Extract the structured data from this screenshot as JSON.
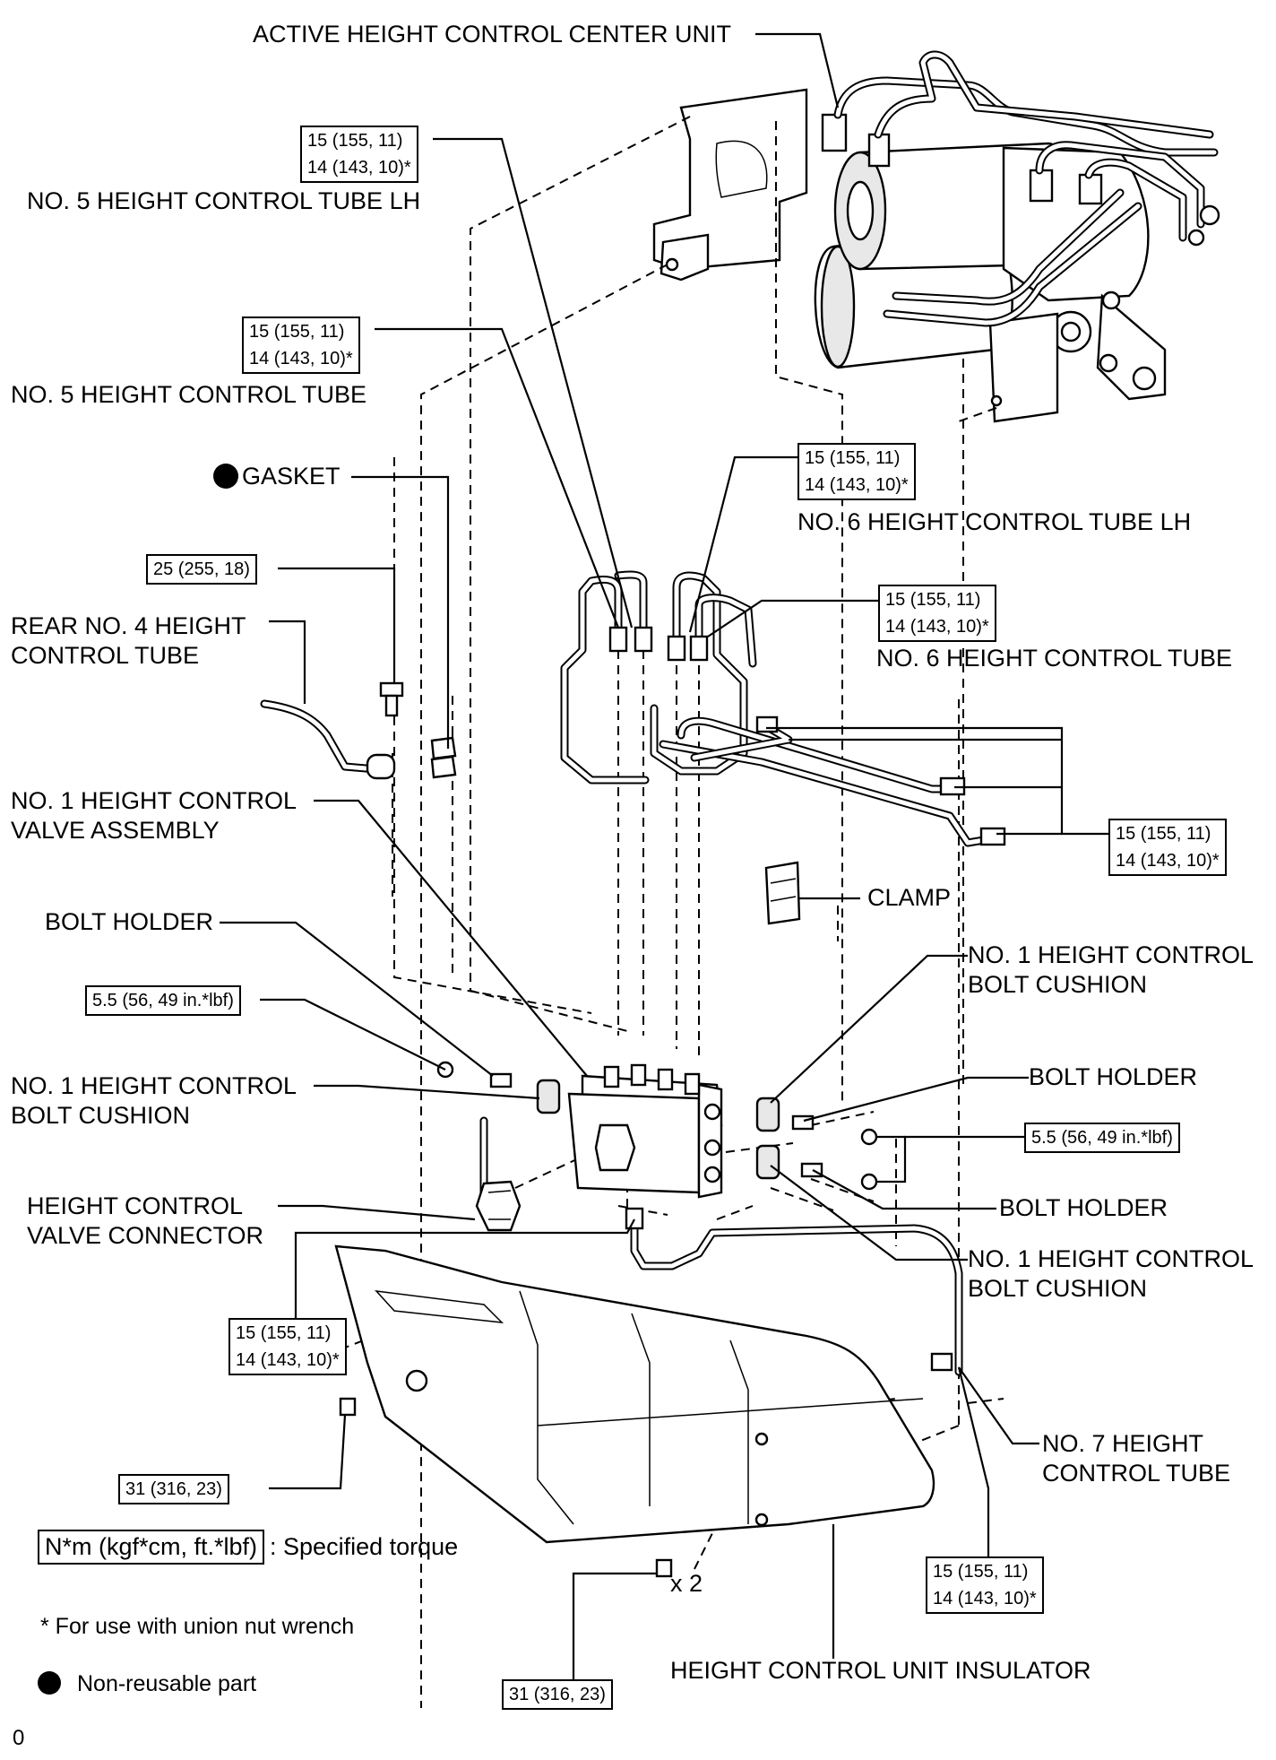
{
  "labels": {
    "center_unit": "ACTIVE HEIGHT CONTROL CENTER UNIT",
    "tube5_lh": "NO. 5 HEIGHT CONTROL TUBE LH",
    "tube5": "NO. 5 HEIGHT CONTROL TUBE",
    "gasket": "GASKET",
    "tube6_lh": "NO. 6 HEIGHT CONTROL TUBE LH",
    "tube6": "NO. 6 HEIGHT CONTROL TUBE",
    "rear_tube4_line1": "REAR NO. 4 HEIGHT",
    "rear_tube4_line2": "CONTROL TUBE",
    "valve_assy_line1": "NO. 1 HEIGHT CONTROL",
    "valve_assy_line2": "VALVE ASSEMBLY",
    "clamp": "CLAMP",
    "bolt_holder_left": "BOLT HOLDER",
    "cushion_right_top_line1": "NO. 1 HEIGHT CONTROL",
    "cushion_right_top_line2": "BOLT CUSHION",
    "cushion_left_line1": "NO. 1 HEIGHT CONTROL",
    "cushion_left_line2": "BOLT CUSHION",
    "bolt_holder_right_top": "BOLT HOLDER",
    "bolt_holder_right_bottom": "BOLT HOLDER",
    "connector_line1": "HEIGHT CONTROL",
    "connector_line2": "VALVE CONNECTOR",
    "cushion_right_bottom_line1": "NO. 1 HEIGHT CONTROL",
    "cushion_right_bottom_line2": "BOLT CUSHION",
    "tube7_line1": "NO. 7 HEIGHT",
    "tube7_line2": "CONTROL TUBE",
    "insulator": "HEIGHT CONTROL UNIT INSULATOR",
    "x2": "x 2",
    "page_marker": "0"
  },
  "torques": {
    "union_line1": "15 (155, 11)",
    "union_line2": "14 (143, 10)*",
    "bolt25": "25 (255, 18)",
    "nut55": "5.5 (56, 49 in.*lbf)",
    "bolt31": "31 (316, 23)"
  },
  "legend": {
    "torque_box": "N*m (kgf*cm, ft.*lbf)",
    "torque_desc": ": Specified torque",
    "union_note": "* For use with union nut wrench",
    "nonreusable": "Non-reusable part"
  }
}
